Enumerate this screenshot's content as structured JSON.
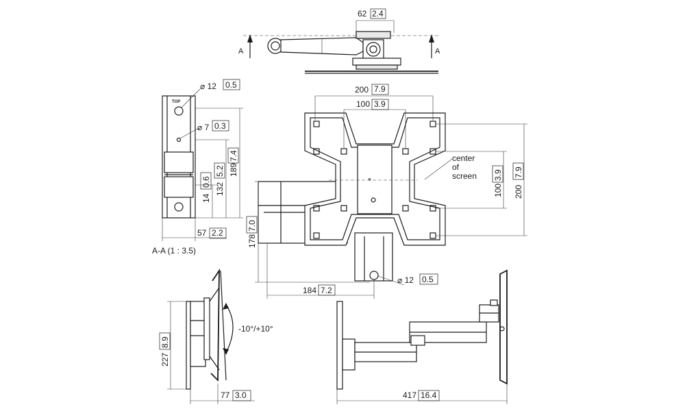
{
  "section_marker": "A",
  "section_view_label": "A-A (1 : 3.5)",
  "top_mark": "TOP",
  "top_view": {
    "dim_main": "62",
    "dim_inch": "2.4"
  },
  "section_view": {
    "dia_large_main": "12",
    "dia_large_inch": "0.5",
    "dia_small_main": "7",
    "dia_small_inch": "0.3",
    "d189_main": "189",
    "d189_inch": "7.4",
    "d132_main": "132",
    "d132_inch": "5.2",
    "d14_main": "14",
    "d14_inch": "0.6",
    "d57_main": "57",
    "d57_inch": "2.2"
  },
  "front_view": {
    "d200w_main": "200",
    "d200w_inch": "7.9",
    "d100w_main": "100",
    "d100w_inch": "3.9",
    "d100h_main": "100",
    "d100h_inch": "3.9",
    "d200h_main": "200",
    "d200h_inch": "7.9",
    "d178_main": "178",
    "d178_inch": "7.0",
    "d184_main": "184",
    "d184_inch": "7.2",
    "dia_main": "12",
    "dia_inch": "0.5",
    "center_line1": "center",
    "center_line2": "of",
    "center_line3": "screen"
  },
  "side_view": {
    "tilt": "-10°/+10°",
    "d227_main": "227",
    "d227_inch": "8.9",
    "d77_main": "77",
    "d77_inch": "3.0"
  },
  "extended_view": {
    "d417_main": "417",
    "d417_inch": "16.4"
  },
  "colors": {
    "line": "#1a1a1a",
    "background": "#ffffff"
  }
}
